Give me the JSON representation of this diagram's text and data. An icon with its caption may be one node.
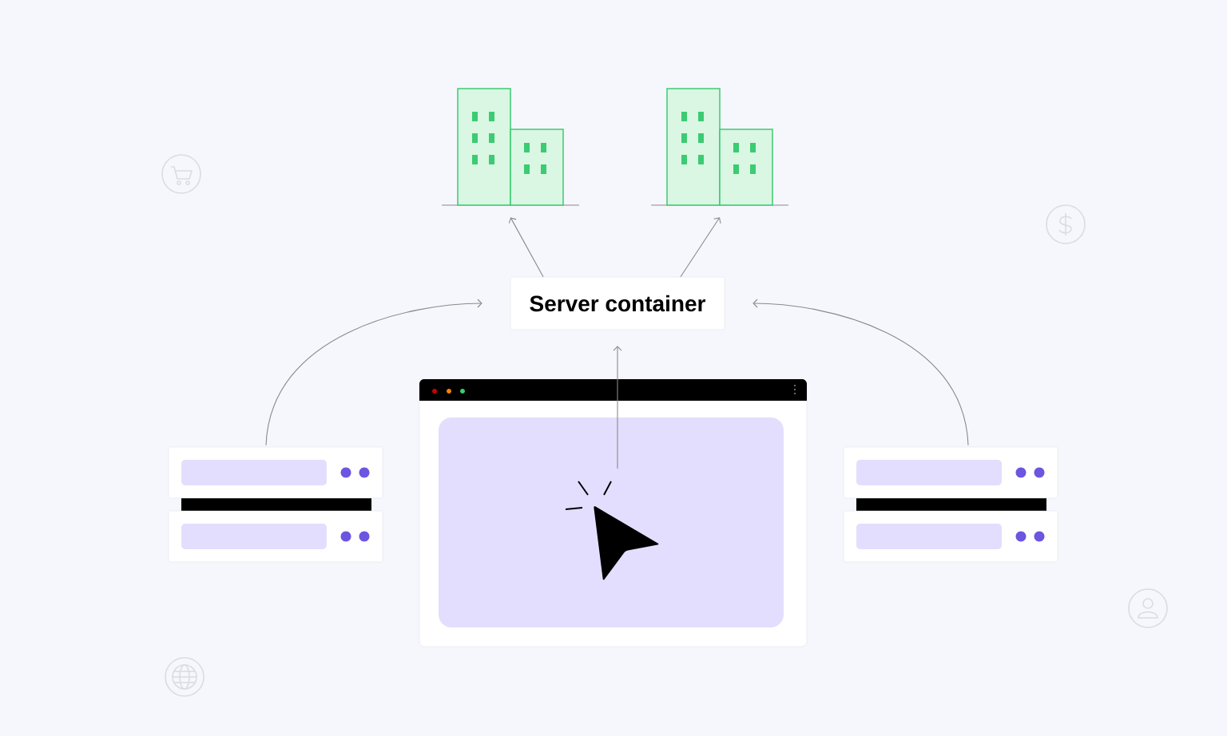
{
  "diagram": {
    "nodes": [
      {
        "text": [
          "Server container"
        ]
      },
      {
        "text": [],
        "shape": "picture"
      },
      {
        "text": [],
        "shape": "picture"
      },
      {
        "text": [],
        "shape": "picture"
      },
      {
        "text": [],
        "shape": "picture"
      },
      {
        "text": [],
        "shape": "picture"
      }
    ],
    "edges": [
      {
        "from": 0,
        "to": 1,
        "arrow": "to"
      },
      {
        "from": 0,
        "to": 2,
        "arrow": "to"
      },
      {
        "from": 3,
        "to": 0,
        "arrow": "to"
      },
      {
        "from": 4,
        "to": 0,
        "arrow": "to"
      },
      {
        "from": 5,
        "to": 0,
        "arrow": "to"
      }
    ]
  }
}
